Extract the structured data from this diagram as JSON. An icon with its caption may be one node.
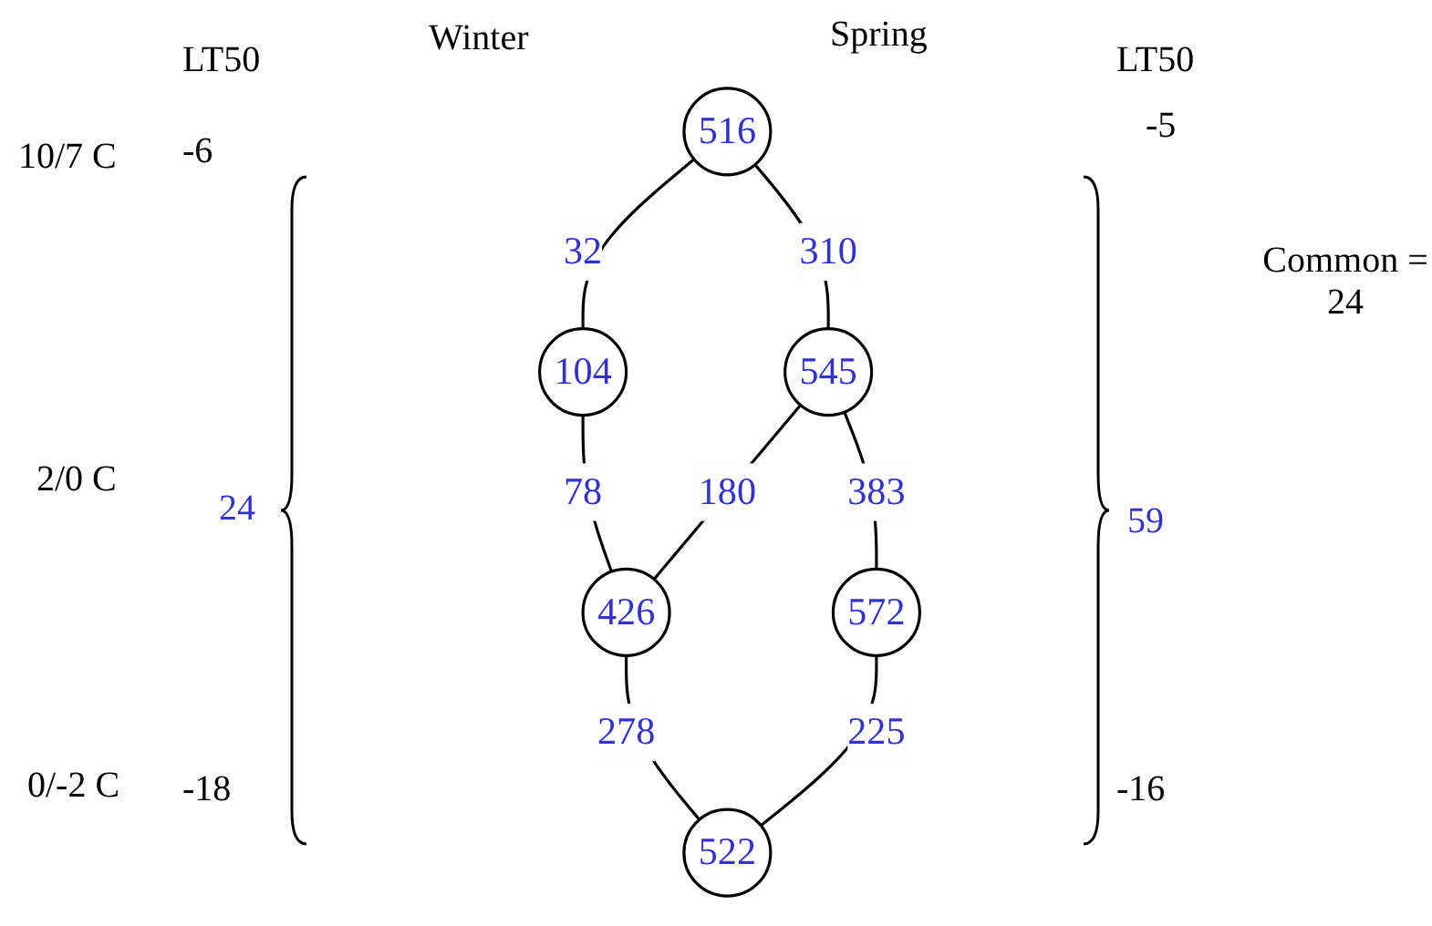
{
  "diagram": {
    "nodes": [
      {
        "text": [
          "516"
        ]
      },
      {
        "text": [
          "104"
        ]
      },
      {
        "text": [
          "545"
        ]
      },
      {
        "text": [
          "426"
        ]
      },
      {
        "text": [
          "572"
        ]
      },
      {
        "text": [
          "522"
        ]
      }
    ],
    "edges": [
      {
        "from": 0,
        "to": 1,
        "arrow": "none",
        "label": "32"
      },
      {
        "from": 0,
        "to": 2,
        "arrow": "none",
        "label": "310"
      },
      {
        "from": 1,
        "to": 3,
        "arrow": "none",
        "label": "78"
      },
      {
        "from": 2,
        "to": 3,
        "arrow": "none",
        "label": "180"
      },
      {
        "from": 2,
        "to": 4,
        "arrow": "none",
        "label": "383"
      },
      {
        "from": 3,
        "to": 5,
        "arrow": "none",
        "label": "278"
      },
      {
        "from": 4,
        "to": 5,
        "arrow": "none",
        "label": "225"
      }
    ],
    "labels": [
      "Winter",
      "Spring",
      "LT50",
      "LT50",
      "10/7 C",
      "-6",
      "-5",
      "Common = 24",
      "2/0 C",
      "24",
      "59",
      "0/-2 C",
      "-18",
      "-16"
    ]
  }
}
